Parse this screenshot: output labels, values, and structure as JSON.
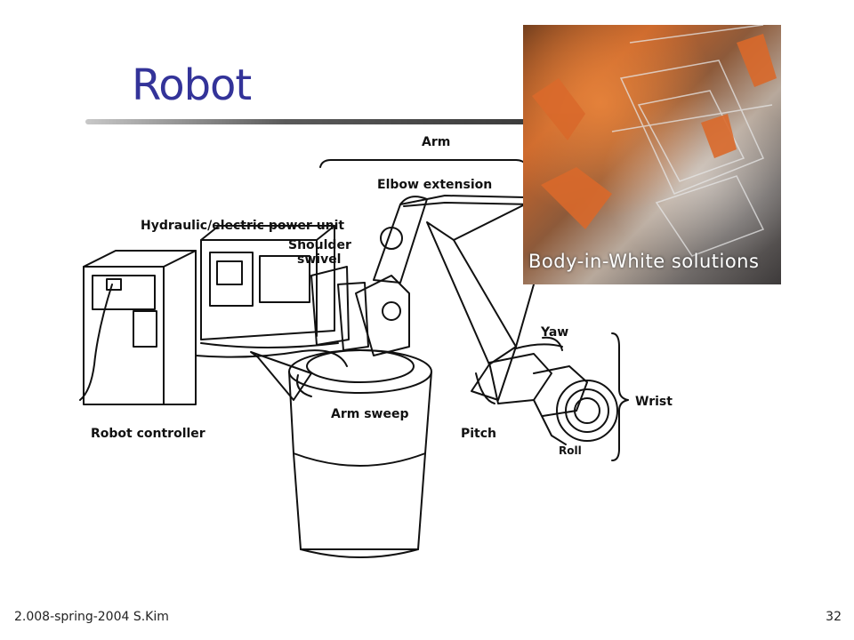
{
  "slide": {
    "title": "Robot",
    "footer_left": "2.008-spring-2004  S.Kim",
    "page_number": "32"
  },
  "diagram": {
    "labels": {
      "arm": "Arm",
      "elbow_extension": "Elbow extension",
      "power_unit": "Hydraulic/electric  power unit",
      "shoulder": "Shoulder",
      "swivel": "swivel",
      "yaw": "Yaw",
      "wrist": "Wrist",
      "arm_sweep": "Arm sweep",
      "robot_controller": "Robot controller",
      "pitch": "Pitch",
      "roll": "Roll"
    }
  },
  "photo": {
    "caption": "Body-in-White solutions"
  },
  "colors": {
    "title": "#333399"
  }
}
